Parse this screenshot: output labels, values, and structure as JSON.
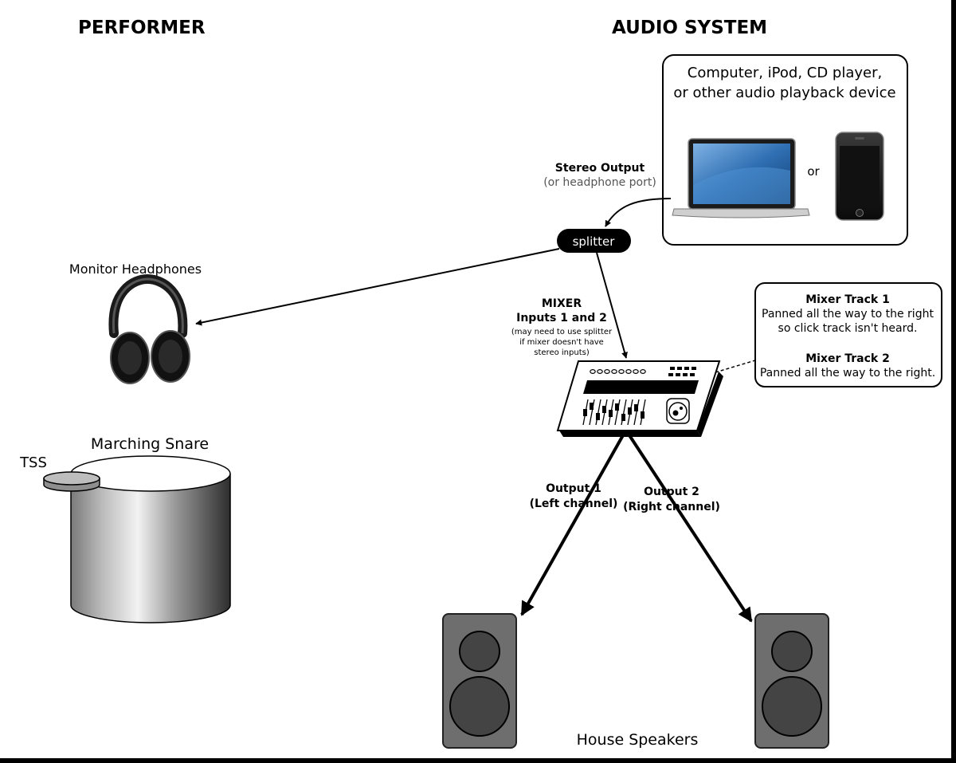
{
  "headings": {
    "performer": "PERFORMER",
    "audio_system": "AUDIO SYSTEM"
  },
  "playback_device": {
    "line1": "Computer, iPod, CD player,",
    "line2": "or other audio playback device",
    "or": "or"
  },
  "stereo_output": {
    "title": "Stereo Output",
    "sub": "(or headphone port)"
  },
  "splitter": {
    "label": "splitter"
  },
  "monitor_headphones": {
    "label": "Monitor Headphones"
  },
  "mixer": {
    "title": "MIXER",
    "inputs": "Inputs 1 and 2",
    "note1": "(may need to use splitter",
    "note2": "if mixer doesn't have",
    "note3": "stereo inputs)"
  },
  "mixer_tracks": {
    "track1_title": "Mixer Track 1",
    "track1_line1": "Panned all the way to the right",
    "track1_line2": "so click track isn't heard.",
    "track2_title": "Mixer Track 2",
    "track2_line1": "Panned all the way to the right."
  },
  "outputs": {
    "out1_line1": "Output 1",
    "out1_line2": "(Left channel)",
    "out2_line1": "Output 2",
    "out2_line2": "(Right channel)"
  },
  "snare": {
    "label": "Marching Snare",
    "tss": "TSS"
  },
  "speakers": {
    "label": "House Speakers"
  },
  "colors": {
    "ink": "#000000",
    "speaker_body": "#6e6e6e",
    "speaker_cone": "#444444",
    "screen_blue": "#2f6fb3"
  }
}
